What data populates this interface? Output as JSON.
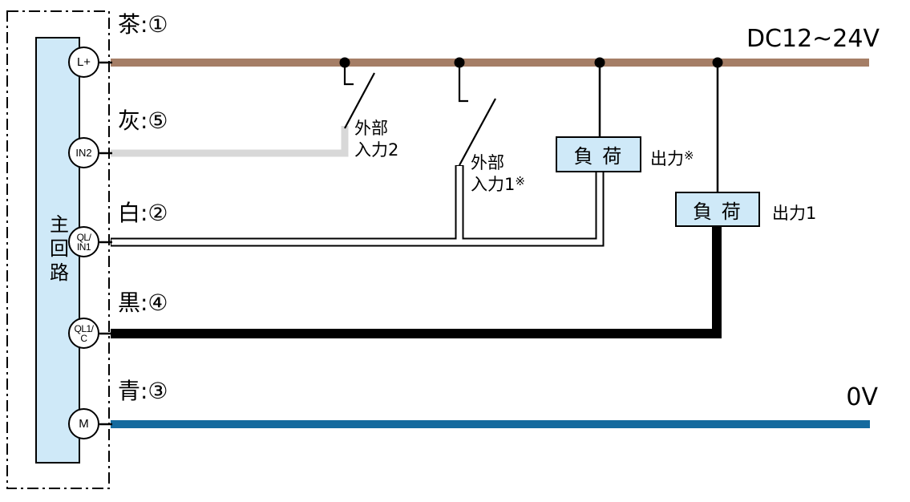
{
  "diagram": {
    "rails": {
      "top_label": "DC12~24V",
      "bottom_label": "0V"
    },
    "main_circuit": {
      "label": "主回路",
      "terminals": [
        {
          "line1": "L+",
          "line2": ""
        },
        {
          "line1": "IN2",
          "line2": ""
        },
        {
          "line1": "QL/",
          "line2": "IN1"
        },
        {
          "line1": "QL1/",
          "line2": "C"
        },
        {
          "line1": "M",
          "line2": ""
        }
      ]
    },
    "wire_labels": {
      "brown": "茶:①",
      "gray": "灰:⑤",
      "white": "白:②",
      "black": "黒:④",
      "blue": "青:③"
    },
    "external_inputs": [
      {
        "line1": "外部",
        "line2": "入力2",
        "mark": ""
      },
      {
        "line1": "外部",
        "line2": "入力1",
        "mark": "※"
      }
    ],
    "loads": [
      {
        "box_label": "負 荷",
        "output_label": "出力",
        "mark": "※"
      },
      {
        "box_label": "負 荷",
        "output_label": "出力1",
        "mark": ""
      }
    ],
    "colors": {
      "brown": "#a57e66",
      "gray": "#d8d8d8",
      "blue": "#146a9e",
      "black": "#000000",
      "light_blue": "#cfe9f8",
      "wire_white": "#ffffff"
    }
  }
}
